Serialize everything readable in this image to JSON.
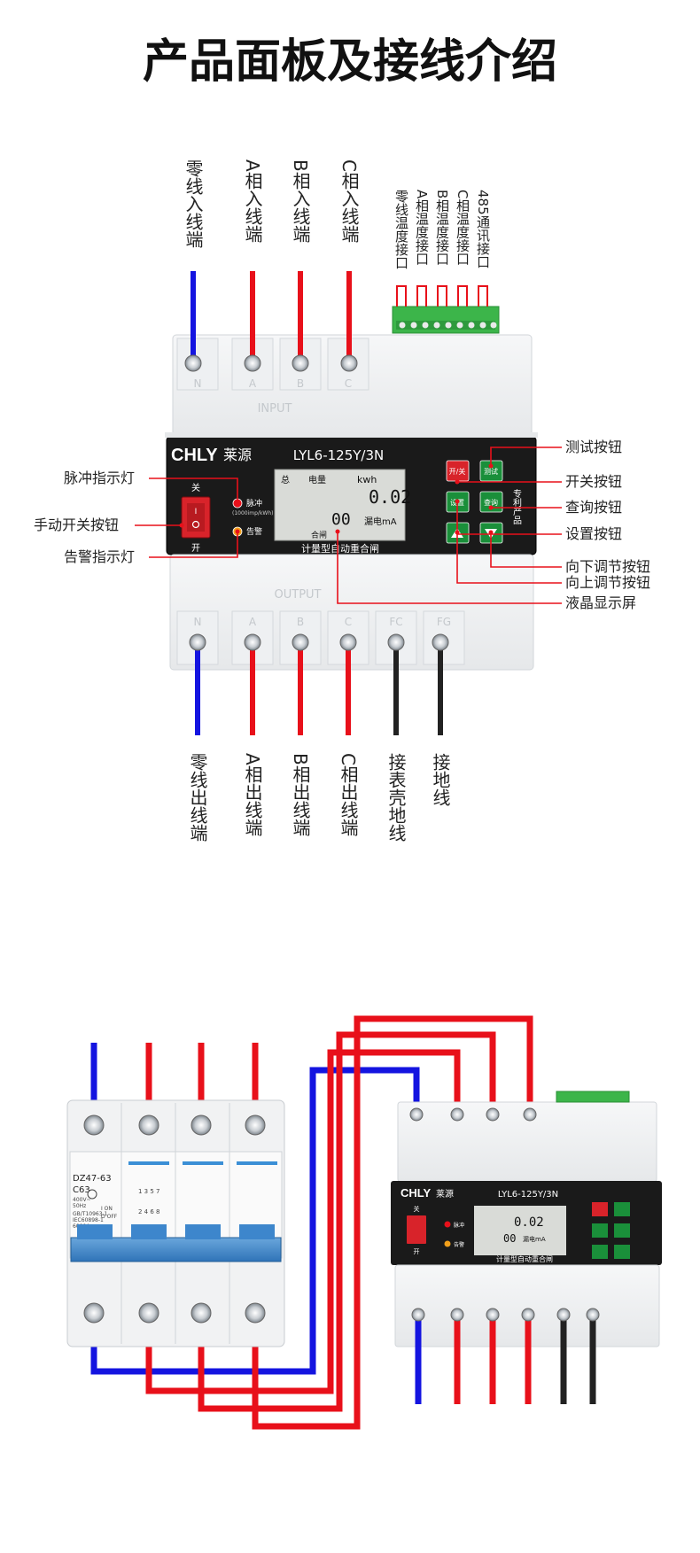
{
  "title": "产品面板及接线介绍",
  "input_terminals": {
    "labels": [
      "零线入线端",
      "A相入线端",
      "B相入线端",
      "C相入线端"
    ],
    "plate_letters": [
      "N",
      "A",
      "B",
      "C"
    ],
    "section_label": "INPUT"
  },
  "sensor_ports": {
    "labels": [
      "零线温度接口",
      "A相温度接口",
      "B相温度接口",
      "C相温度接口",
      "485通讯接口"
    ]
  },
  "output_terminals": {
    "labels": [
      "零线出线端",
      "A相出线端",
      "B相出线端",
      "C相出线端",
      "接表壳地线",
      "接地线"
    ],
    "plate_letters": [
      "N",
      "A",
      "B",
      "C",
      "FC",
      "FG"
    ],
    "section_label": "OUTPUT"
  },
  "device": {
    "brand": "CHLY",
    "brand_cn": "莱源",
    "model": "LYL6-125Y/3N",
    "product_name": "计量型自动重合闸",
    "switch_top": "关",
    "switch_bottom": "开",
    "pulse_label": "脉冲",
    "pulse_sub": "(1000imp/kWh)",
    "alarm_label": "告警",
    "lcd": {
      "total": "总",
      "energy": "电量",
      "unit_kwh": "kwh",
      "energy_value": "0.02",
      "leak_value": "00",
      "leak_label": "漏电mA",
      "status": "合闸"
    },
    "buttons": {
      "power": "开/关",
      "test": "测试",
      "setup": "设置",
      "query": "查询"
    },
    "patent": "专利产品"
  },
  "callouts": {
    "left": [
      "脉冲指示灯",
      "手动开关按钮",
      "告警指示灯"
    ],
    "right": [
      "测试按钮",
      "开关按钮",
      "查询按钮",
      "设置按钮",
      "向下调节按钮",
      "向上调节按钮",
      "液晶显示屏"
    ]
  },
  "breaker": {
    "model": "DZ47-63",
    "rating": "C63",
    "spec_lines": [
      "400V~",
      "50Hz",
      "GB/T10963.1",
      "IEC60898-1",
      "6000A"
    ],
    "on_off": [
      "I ON",
      "O OFF"
    ],
    "terminal_nums": [
      "1 3 5 7",
      "2 4 6 8"
    ]
  },
  "colors": {
    "neutral_wire": "#1414e0",
    "phase_wire": "#e8101a",
    "earth_wire": "#222222",
    "device_panel": "#1a1a1a",
    "button_red": "#d8232a",
    "button_green": "#1a8f3a",
    "connector_green": "#3cb54a"
  }
}
